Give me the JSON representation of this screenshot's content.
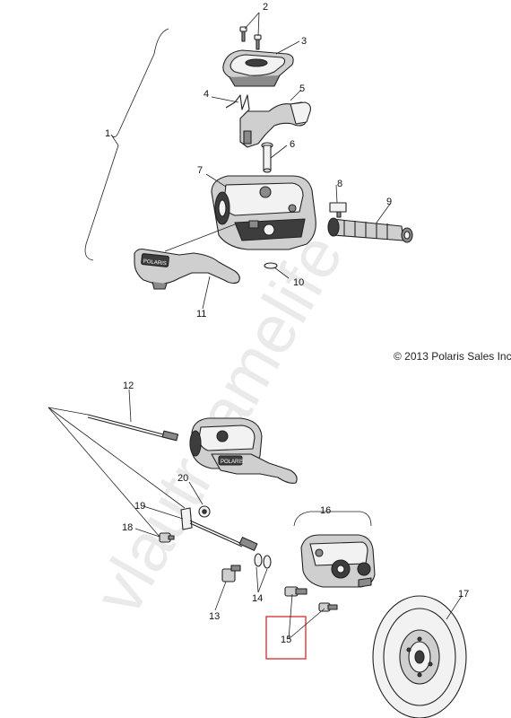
{
  "copyright": "© 2013 Polaris Sales Inc.",
  "watermark": "vlautreamelife",
  "highlight_color": "#d62b2b",
  "callouts": [
    "1",
    "2",
    "3",
    "4",
    "5",
    "6",
    "7",
    "8",
    "9",
    "10",
    "11",
    "12",
    "13",
    "14",
    "15",
    "16",
    "17",
    "18",
    "19",
    "20"
  ],
  "plate_brand_upper": "POLARIS",
  "plate_brand_lower": "POLARIS"
}
